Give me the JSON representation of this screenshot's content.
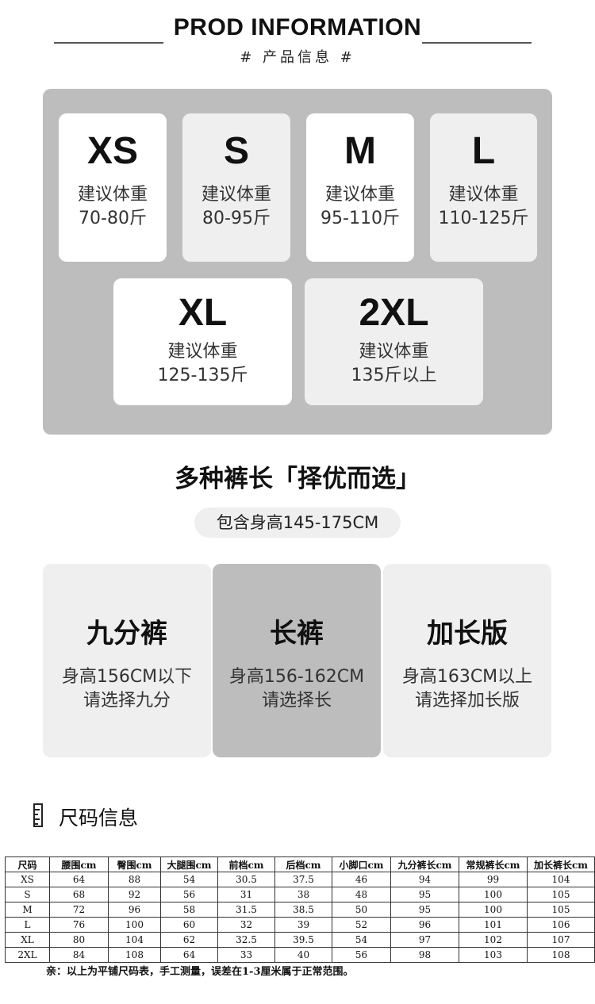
{
  "header": {
    "title": "PROD INFORMATION",
    "subtitle": "# 产品信息 #"
  },
  "sizes": [
    {
      "label": "XS",
      "caption": "建议体重",
      "weight": "70-80斤",
      "tone": "white"
    },
    {
      "label": "S",
      "caption": "建议体重",
      "weight": "80-95斤",
      "tone": "grey"
    },
    {
      "label": "M",
      "caption": "建议体重",
      "weight": "95-110斤",
      "tone": "white"
    },
    {
      "label": "L",
      "caption": "建议体重",
      "weight": "110-125斤",
      "tone": "grey"
    },
    {
      "label": "XL",
      "caption": "建议体重",
      "weight": "125-135斤",
      "tone": "white"
    },
    {
      "label": "2XL",
      "caption": "建议体重",
      "weight": "135斤以上",
      "tone": "grey"
    }
  ],
  "lengths": {
    "title": "多种裤长「择优而选」",
    "height_range": "包含身高145-175CM",
    "options": [
      {
        "name": "九分裤",
        "line1": "身高156CM以下",
        "line2": "请选择九分"
      },
      {
        "name": "长裤",
        "line1": "身高156-162CM",
        "line2": "请选择长"
      },
      {
        "name": "加长版",
        "line1": "身高163CM以上",
        "line2": "请选择加长版"
      }
    ]
  },
  "size_info": {
    "title": "尺码信息",
    "columns": [
      "尺码",
      "腰围cm",
      "臀围cm",
      "大腿围cm",
      "前档cm",
      "后档cm",
      "小脚口cm",
      "九分裤长cm",
      "常规裤长cm",
      "加长裤长cm"
    ],
    "rows": [
      [
        "XS",
        "64",
        "88",
        "54",
        "30.5",
        "37.5",
        "46",
        "94",
        "99",
        "104"
      ],
      [
        "S",
        "68",
        "92",
        "56",
        "31",
        "38",
        "48",
        "95",
        "100",
        "105"
      ],
      [
        "M",
        "72",
        "96",
        "58",
        "31.5",
        "38.5",
        "50",
        "95",
        "100",
        "105"
      ],
      [
        "L",
        "76",
        "100",
        "60",
        "32",
        "39",
        "52",
        "96",
        "101",
        "106"
      ],
      [
        "XL",
        "80",
        "104",
        "62",
        "32.5",
        "39.5",
        "54",
        "97",
        "102",
        "107"
      ],
      [
        "2XL",
        "84",
        "108",
        "64",
        "33",
        "40",
        "56",
        "98",
        "103",
        "108"
      ]
    ],
    "note": "亲：以上为平铺尺码表，手工测量，误差在1-3厘米属于正常范围。"
  }
}
